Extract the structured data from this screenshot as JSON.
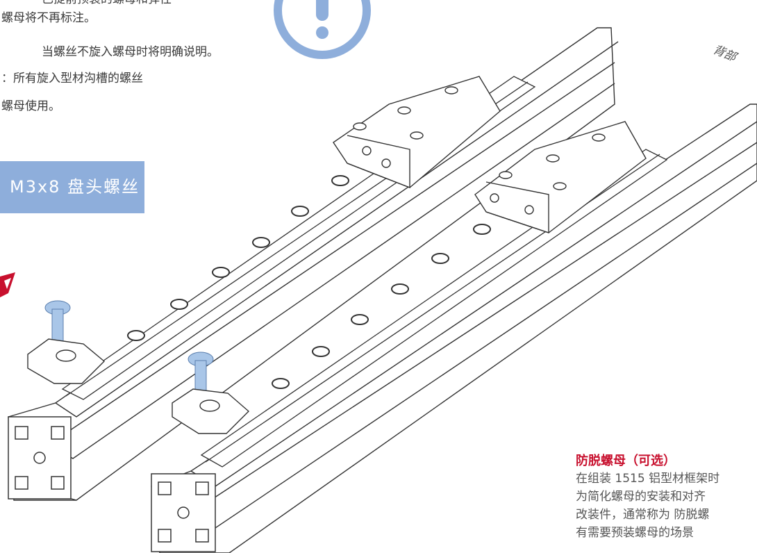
{
  "notes": {
    "line0": "已提前预装的螺母和弹性",
    "line1": "螺母将不再标注。",
    "line2": "当螺丝不旋入螺母时将明确说明。",
    "line3": "：所有旋入型材沟槽的螺丝",
    "line4": "螺母使用。"
  },
  "banner": {
    "label": "M3x8 盘头螺丝"
  },
  "back_label": "背部",
  "callout": {
    "title": "防脱螺母（可选）",
    "lines": [
      "在组装 1515 铝型材框架时",
      "为简化螺母的安装和对齐",
      "改装件，通常称为 防脱螺",
      "有需要预装螺母的场景"
    ]
  },
  "colors": {
    "banner_bg": "#8eaedb",
    "warning_icon": "#8eaedb",
    "screw": "#a9c6e8",
    "callout_title": "#c8102e",
    "pen_accent": "#c8102e"
  },
  "icons": [
    "warning-icon",
    "pen-icon"
  ]
}
